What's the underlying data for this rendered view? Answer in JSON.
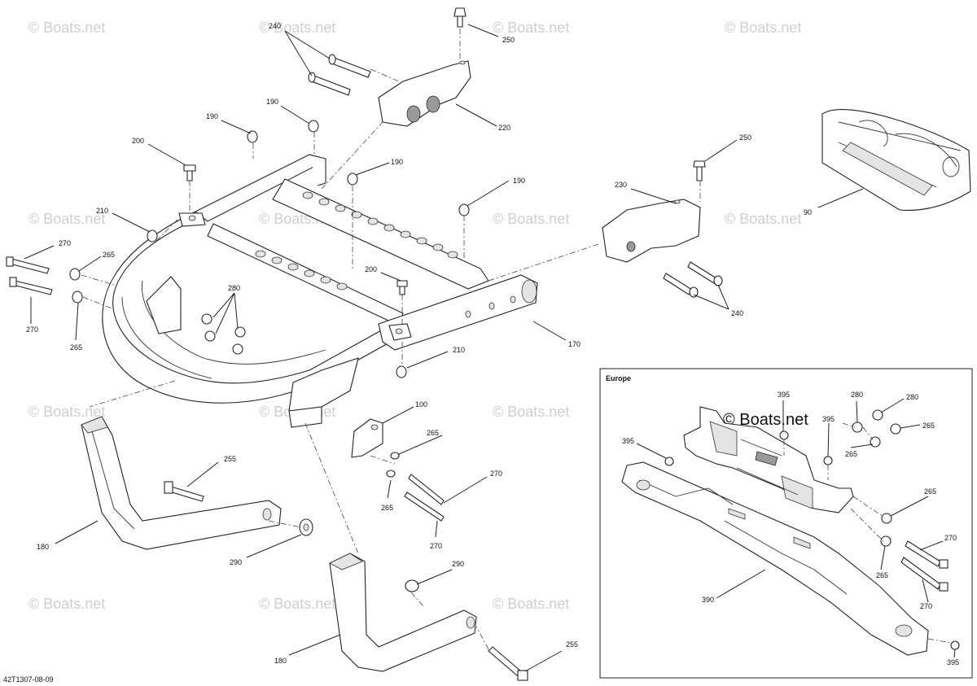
{
  "watermark": "© Boats.net",
  "inset": {
    "title": "Europe",
    "watermark": "© Boats.net"
  },
  "drawing_number": "42T1307-08-09",
  "callouts_main": {
    "c240_top": "240",
    "c250_top": "250",
    "c220": "220",
    "c190_a": "190",
    "c190_b": "190",
    "c190_c": "190",
    "c190_d": "190",
    "c200_a": "200",
    "c200_b": "200",
    "c210_a": "210",
    "c210_b": "210",
    "c270_a": "270",
    "c270_b": "270",
    "c270_c": "270",
    "c270_d": "270",
    "c265_a": "265",
    "c265_b": "265",
    "c265_c": "265",
    "c265_d": "265",
    "c280": "280",
    "c170": "170",
    "c230": "230",
    "c250_right": "250",
    "c240_right": "240",
    "c90": "90",
    "c100": "100",
    "c255_a": "255",
    "c255_b": "255",
    "c180_a": "180",
    "c180_b": "180",
    "c290_a": "290",
    "c290_b": "290"
  },
  "callouts_inset": {
    "i395_a": "395",
    "i395_b": "395",
    "i395_c": "395",
    "i395_d": "395",
    "i280_a": "280",
    "i280_b": "280",
    "i265_a": "265",
    "i265_b": "265",
    "i265_c": "265",
    "i265_d": "265",
    "i270_a": "270",
    "i270_b": "270",
    "i390": "390"
  }
}
